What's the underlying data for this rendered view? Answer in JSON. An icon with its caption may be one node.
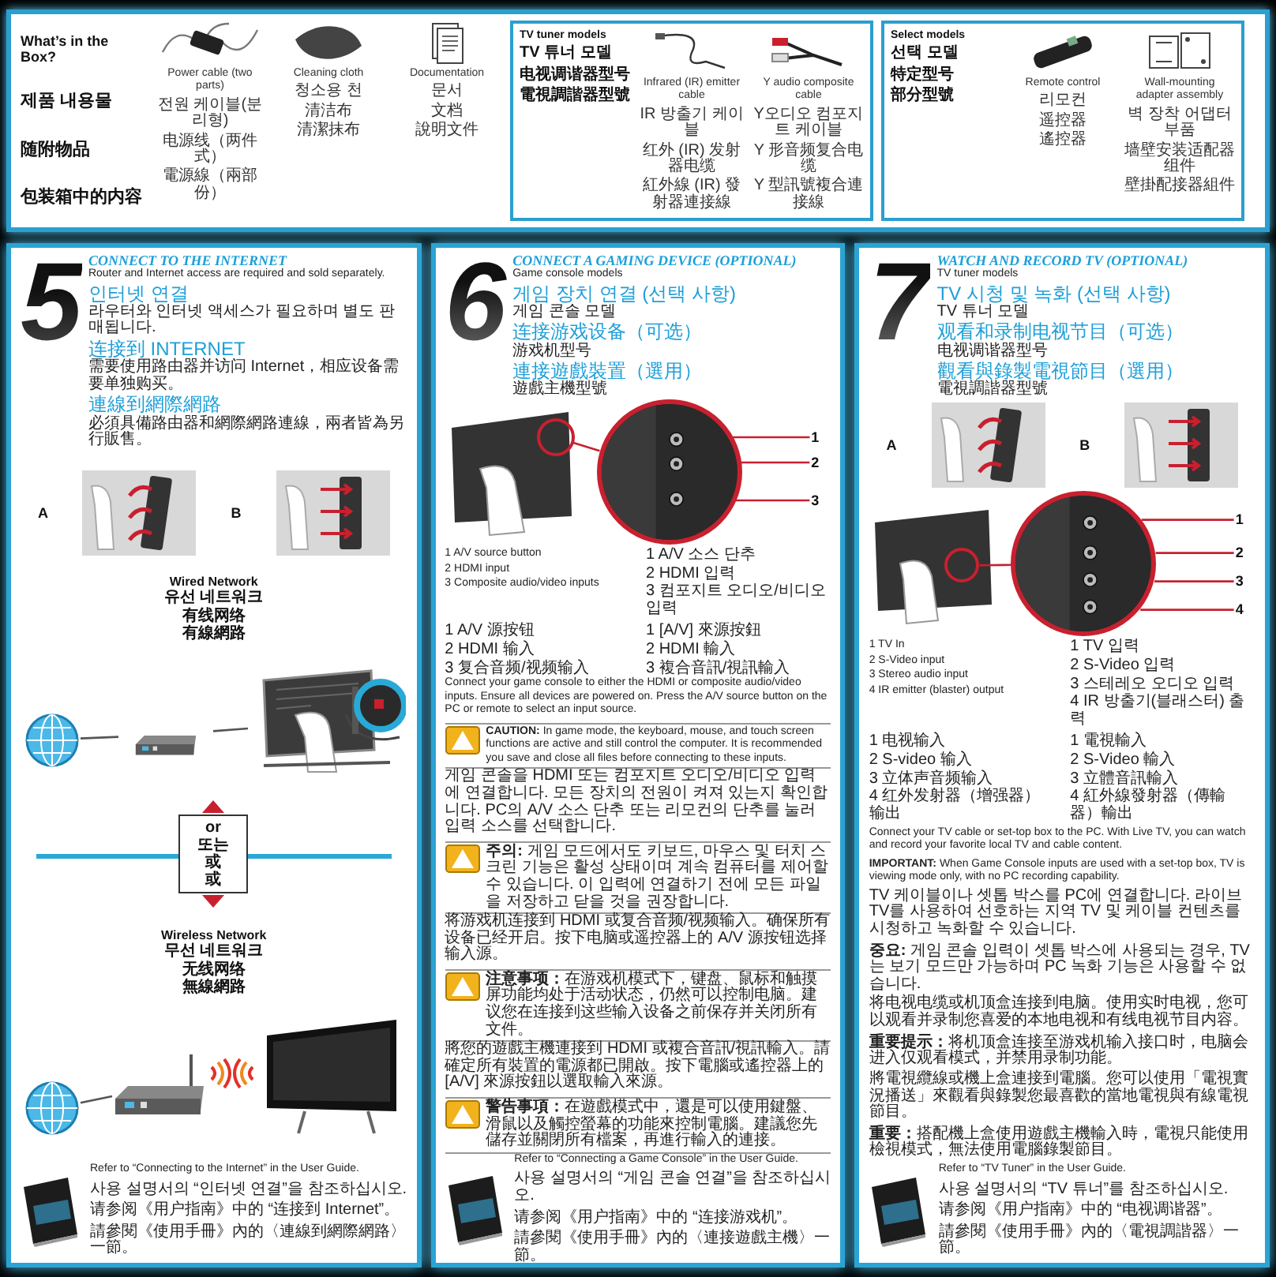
{
  "diagram": {
    "nodes": [
      {
        "text": [
          "What’s in the Box?",
          "제품 내용물",
          "随附物品",
          "包装箱中的内容",
          "Power cable (two parts)",
          "전원 케이블(분리형)",
          "电源线（两件式）",
          "電源線（兩部份）",
          "Cleaning cloth",
          "청소용 천",
          "清洁布",
          "清潔抹布",
          "Documentation",
          "문서",
          "文档",
          "說明文件"
        ]
      },
      {
        "text": [
          "TV tuner models",
          "TV 튜너 모델",
          "电视调谐器型号",
          "電視調諧器型號",
          "Infrared (IR) emitter cable",
          "IR 방출기 케이블",
          "红外 (IR) 发射器电缆",
          "紅外線 (IR) 發射器連接線",
          "Y audio composite cable",
          "Y오디오 컴포지트 케이블",
          "Y 形音频复合电缆",
          "Y 型訊號複合連接線"
        ],
        "in": 0
      },
      {
        "text": [
          "Select models",
          "선택 모델",
          "特定型号",
          "部分型號",
          "Remote control",
          "리모컨",
          "遥控器",
          "遙控器",
          "Wall-mounting adapter assembly",
          "벽 장착 어댑터 부품",
          "墙壁安装适配器组件",
          "壁掛配接器組件"
        ],
        "in": 0
      },
      {
        "text": [
          "5",
          "CONNECT TO THE INTERNET",
          "Router and Internet access are required and sold separately.",
          "인터넷 연결",
          "라우터와 인터넷 액세스가 필요하며 별도 판매됩니다.",
          "连接到 INTERNET",
          "需要使用路由器并访问 Internet，相应设备需要单独购买。",
          "連線到網際網路",
          "必須具備路由器和網際網路連線，兩者皆為另行販售。",
          "A",
          "B",
          "Wired Network",
          "유선 네트워크",
          "有线网络",
          "有線網路",
          "Wireless Network",
          "무선 네트워크",
          "无线网络",
          "無線網路",
          "Refer to “Connecting to the Internet” in the User Guide.",
          "사용 설명서의 “인터넷 연결”을 참조하십시오.",
          "请参阅《用户指南》中的 “连接到 Internet”。",
          "請參閱《使用手冊》內的〈連線到網際網路〉一節。"
        ]
      },
      {
        "text": [
          "or",
          "또는",
          "或",
          "或"
        ],
        "in": 3
      },
      {
        "text": [],
        "shape": "picture",
        "in": 3
      },
      {
        "text": [],
        "shape": "picture",
        "in": 3
      },
      {
        "text": [],
        "shape": "picture",
        "in": 3
      },
      {
        "text": [],
        "shape": "picture",
        "in": 3
      },
      {
        "text": [],
        "shape": "picture",
        "in": 3
      },
      {
        "text": [],
        "shape": "picture",
        "in": 3
      },
      {
        "text": [
          "6",
          "CONNECT A GAMING DEVICE (OPTIONAL)",
          "Game console models",
          "게임 장치 연결 (선택 사항)",
          "게임 콘솔 모델",
          "连接游戏设备（可选）",
          "游戏机型号",
          "連接遊戲裝置（選用）",
          "遊戲主機型號",
          "1 A/V source button",
          "2 HDMI input",
          "3 Composite audio/video inputs",
          "1 A/V 소스 단추",
          "2 HDMI 입력",
          "3 컴포지트 오디오/비디오 입력",
          "1 A/V 源按钮",
          "2 HDMI 输入",
          "3 复合音频/视频输入",
          "1 [A/V] 來源按鈕",
          "2 HDMI 輸入",
          "3 複合音訊/視訊輸入",
          "Connect your game console to either the HDMI or composite audio/video inputs. Ensure all devices are powered on. Press the A/V source button on the PC or remote to select an input source.",
          "**CAUTION:** In game mode, the keyboard, mouse, and touch screen functions are active and still control the computer. It is recommended you save and close all files before connecting to these inputs.",
          "게임 콘솔을 HDMI 또는 컴포지트 오디오/비디오 입력에 연결합니다. 모든 장치의 전원이 켜져 있는지 확인합니다. PC의 A/V 소스 단추 또는 리모컨의 단추를 눌러 입력 소스를 선택합니다.",
          "**주의:** 게임 모드에서도 키보드, 마우스 및 터치 스크린 기능은 활성 상태이며 계속 컴퓨터를 제어할 수 있습니다. 이 입력에 연결하기 전에 모든 파일을 저장하고 닫을 것을 권장합니다.",
          "将游戏机连接到 HDMI 或复合音频/视频输入。确保所有设备已经开启。按下电脑或遥控器上的 A/V 源按钮选择输入源。",
          "**注意事项：**在游戏机模式下，键盘、鼠标和触摸屏功能均处于活动状态，仍然可以控制电脑。建议您在连接到这些输入设备之前保存并关闭所有文件。",
          "將您的遊戲主機連接到 HDMI 或複合音訊/視訊輸入。請確定所有裝置的電源都已開啟。按下電腦或遙控器上的 [A/V] 來源按鈕以選取輸入來源。",
          "**警告事項：**在遊戲模式中，還是可以使用鍵盤、滑鼠以及觸控螢幕的功能來控制電腦。建議您先儲存並關閉所有檔案，再進行輸入的連接。",
          "Refer to “Connecting a Game Console” in the User Guide.",
          "사용 설명서의 “게임 콘솔 연결”을 참조하십시오.",
          "请参阅《用户指南》中的 “连接游戏机”。",
          "請參閱《使用手冊》內的〈連接遊戲主機〉一節。"
        ]
      },
      {
        "text": [],
        "shape": "circle",
        "in": 11
      },
      {
        "text": [],
        "shape": "circle",
        "in": 11
      },
      {
        "text": [
          "1"
        ],
        "in": 11
      },
      {
        "text": [
          "2"
        ],
        "in": 11
      },
      {
        "text": [
          "3"
        ],
        "in": 11
      },
      {
        "text": [
          "7",
          "WATCH AND RECORD TV (OPTIONAL)",
          "TV tuner models",
          "TV 시청 및 녹화 (선택 사항)",
          "TV 튜너 모델",
          "观看和录制电视节目（可选）",
          "电视调谐器型号",
          "觀看與錄製電視節目（選用）",
          "電視調諧器型號",
          "A",
          "B",
          "1 TV In",
          "2 S-Video input",
          "3 Stereo audio input",
          "4 IR emitter (blaster) output",
          "1 TV 입력",
          "2 S-Video 입력",
          "3 스테레오 오디오 입력",
          "4 IR 방출기(블래스터) 출력",
          "1 电视输入",
          "2 S-video 输入",
          "3 立体声音频输入",
          "4 红外发射器（增强器）输出",
          "1 電視輸入",
          "2 S-Video 輸入",
          "3 立體音訊輸入",
          "4 紅外線發射器（傳輸器）輸出",
          "Connect your TV cable or set-top box to the PC. With Live TV, you can watch and record your favorite local TV and cable content.",
          "**IMPORTANT:** When Game Console inputs are used with a set-top box, TV is viewing mode only, with no PC recording capability.",
          "TV 케이블이나 셋톱 박스를 PC에 연결합니다. 라이브 TV를 사용하여 선호하는 지역 TV 및 케이블 컨텐츠를 시청하고 녹화할 수 있습니다.",
          "**중요:** 게임 콘솔 입력이 셋톱 박스에 사용되는 경우, TV는 보기 모드만 가능하며 PC 녹화 기능은 사용할 수 없습니다.",
          "将电视电缆或机顶盒连接到电脑。使用实时电视，您可以观看并录制您喜爱的本地电视和有线电视节目内容。",
          "**重要提示：**将机顶盒连接至游戏机输入接口时，电脑会进入仅观看模式，并禁用录制功能。",
          "將電視纜線或機上盒連接到電腦。您可以使用「電視實況播送」來觀看與錄製您最喜歡的當地電視與有線電視節目。",
          "**重要：**搭配機上盒使用遊戲主機輸入時，電視只能使用檢視模式，無法使用電腦錄製節目。",
          "Refer to “TV Tuner” in the User Guide.",
          "사용 설명서의 “TV 튜너”를 참조하십시오.",
          "请参阅《用户指南》中的 “电视调谐器”。",
          "請參閱《使用手冊》內的〈電視調諧器〉一節。"
        ]
      },
      {
        "text": [],
        "shape": "circle",
        "in": 17
      },
      {
        "text": [],
        "shape": "circle",
        "in": 17
      },
      {
        "text": [
          "1"
        ],
        "in": 17
      },
      {
        "text": [
          "2"
        ],
        "in": 17
      },
      {
        "text": [
          "3"
        ],
        "in": 17
      },
      {
        "text": [
          "4"
        ],
        "in": 17
      }
    ],
    "edges": [
      {
        "from": 5,
        "to": 6,
        "arrow": "none",
        "color": "#555555"
      },
      {
        "from": 6,
        "to": 7,
        "arrow": "none",
        "color": "#555555"
      },
      {
        "from": 8,
        "to": 9,
        "arrow": "none",
        "color": "#555555"
      },
      {
        "from": 12,
        "to": 13,
        "arrow": "none"
      },
      {
        "from": 14,
        "to": 13,
        "arrow": "none"
      },
      {
        "from": 15,
        "to": 13,
        "arrow": "none"
      },
      {
        "from": 16,
        "to": 13,
        "arrow": "none"
      },
      {
        "from": 18,
        "to": 19,
        "arrow": "none"
      },
      {
        "from": 20,
        "to": 19,
        "arrow": "none"
      },
      {
        "from": 21,
        "to": 19,
        "arrow": "none"
      },
      {
        "from": 22,
        "to": 19,
        "arrow": "none"
      },
      {
        "from": 23,
        "to": 19,
        "arrow": "none"
      }
    ]
  }
}
